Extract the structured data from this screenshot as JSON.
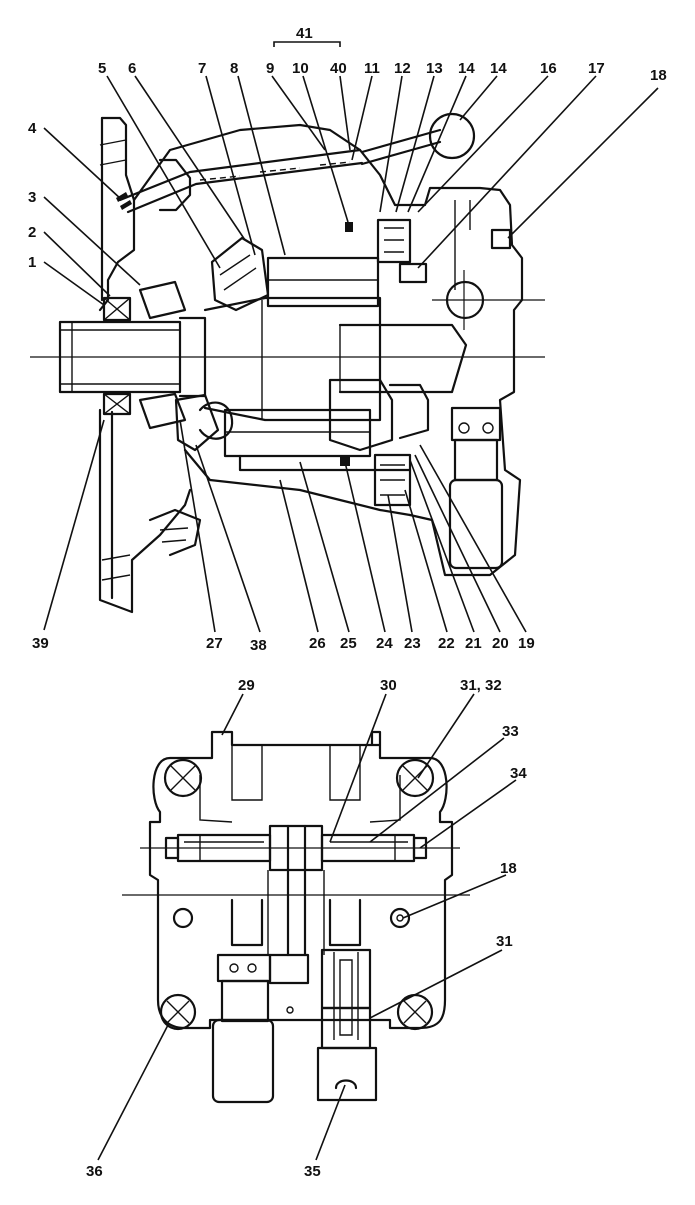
{
  "upper_view": {
    "group_label": "41",
    "callouts": [
      "1",
      "2",
      "3",
      "4",
      "5",
      "6",
      "7",
      "8",
      "9",
      "10",
      "40",
      "11",
      "12",
      "13",
      "14",
      "14",
      "16",
      "17",
      "18",
      "19",
      "20",
      "21",
      "22",
      "23",
      "24",
      "25",
      "26",
      "38",
      "27",
      "39"
    ]
  },
  "lower_view": {
    "callouts": [
      "29",
      "30",
      "31, 32",
      "33",
      "34",
      "18",
      "31",
      "36",
      "35"
    ]
  }
}
